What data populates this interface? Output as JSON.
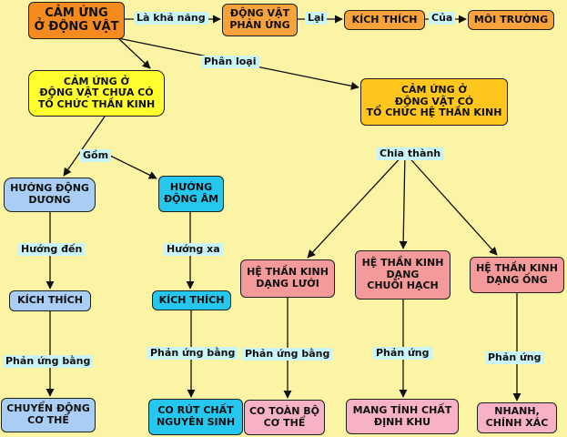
{
  "nodes": {
    "root": "CẢM ỨNG\nỞ ĐỘNG VẬT",
    "dvpu": "ĐỘNG VẬT\nPHẢN ỨNG",
    "kt_top": "KÍCH THÍCH",
    "mt": "MÔI TRƯỜNG",
    "no_nerve": "CẢM ỨNG Ở\nĐỘNG VẬT CHƯA CÓ\nTỔ CHỨC THẦN KINH",
    "nerve": "CẢM ỨNG Ở\nĐỘNG VẬT CÓ\nTỔ CHỨC HỆ THẦN KINH",
    "hdd": "HƯỚNG ĐỘNG\nDƯƠNG",
    "hda": "HƯỚNG\nĐỘNG ÂM",
    "tk_luoi": "HỆ THẦN KINH\nDẠNG LƯỚI",
    "tk_chuoi": "HỆ THẦN KINH\nDẠNG\nCHUỖI HẠCH",
    "tk_ong": "HỆ THẦN KINH\nDẠNG ỐNG",
    "kt_left": "KÍCH THÍCH",
    "kt_mid": "KÍCH THÍCH",
    "cd": "CHUYỂN ĐỘNG\nCƠ THỂ",
    "cr": "CO RÚT CHẤT\nNGUYÊN SINH",
    "ctb": "CO TOÀN BỘ\nCƠ THỂ",
    "mtc": "MANG TÍNH CHẤT\nĐỊNH KHU",
    "ncx": "NHANH,\nCHÍNH XÁC"
  },
  "labels": {
    "la_kha_nang": "Là khả năng",
    "lai": "Lại",
    "cua": "Của",
    "phan_loai": "Phân loại",
    "gom": "Gồm",
    "chia_thanh": "Chia thành",
    "huong_den": "Hướng đến",
    "huong_xa": "Hướng xa",
    "pub_left": "Phản ứng bằng",
    "pub_mid": "Phản ứng bằng",
    "pub_right": "Phản ứng bằng",
    "pu_chuoi": "Phản ứng",
    "pu_ong": "Phản ứng"
  },
  "colors": {
    "background": "#fbf4a4",
    "orange": "#f7a23a",
    "yellow": "#ffff2e",
    "gold": "#ffc61e",
    "light_blue": "#a9cdf3",
    "cyan": "#25c7ef",
    "pink": "#f49a9a",
    "light_pink": "#f7b2c6",
    "label_bg": "#c9f4f8"
  }
}
